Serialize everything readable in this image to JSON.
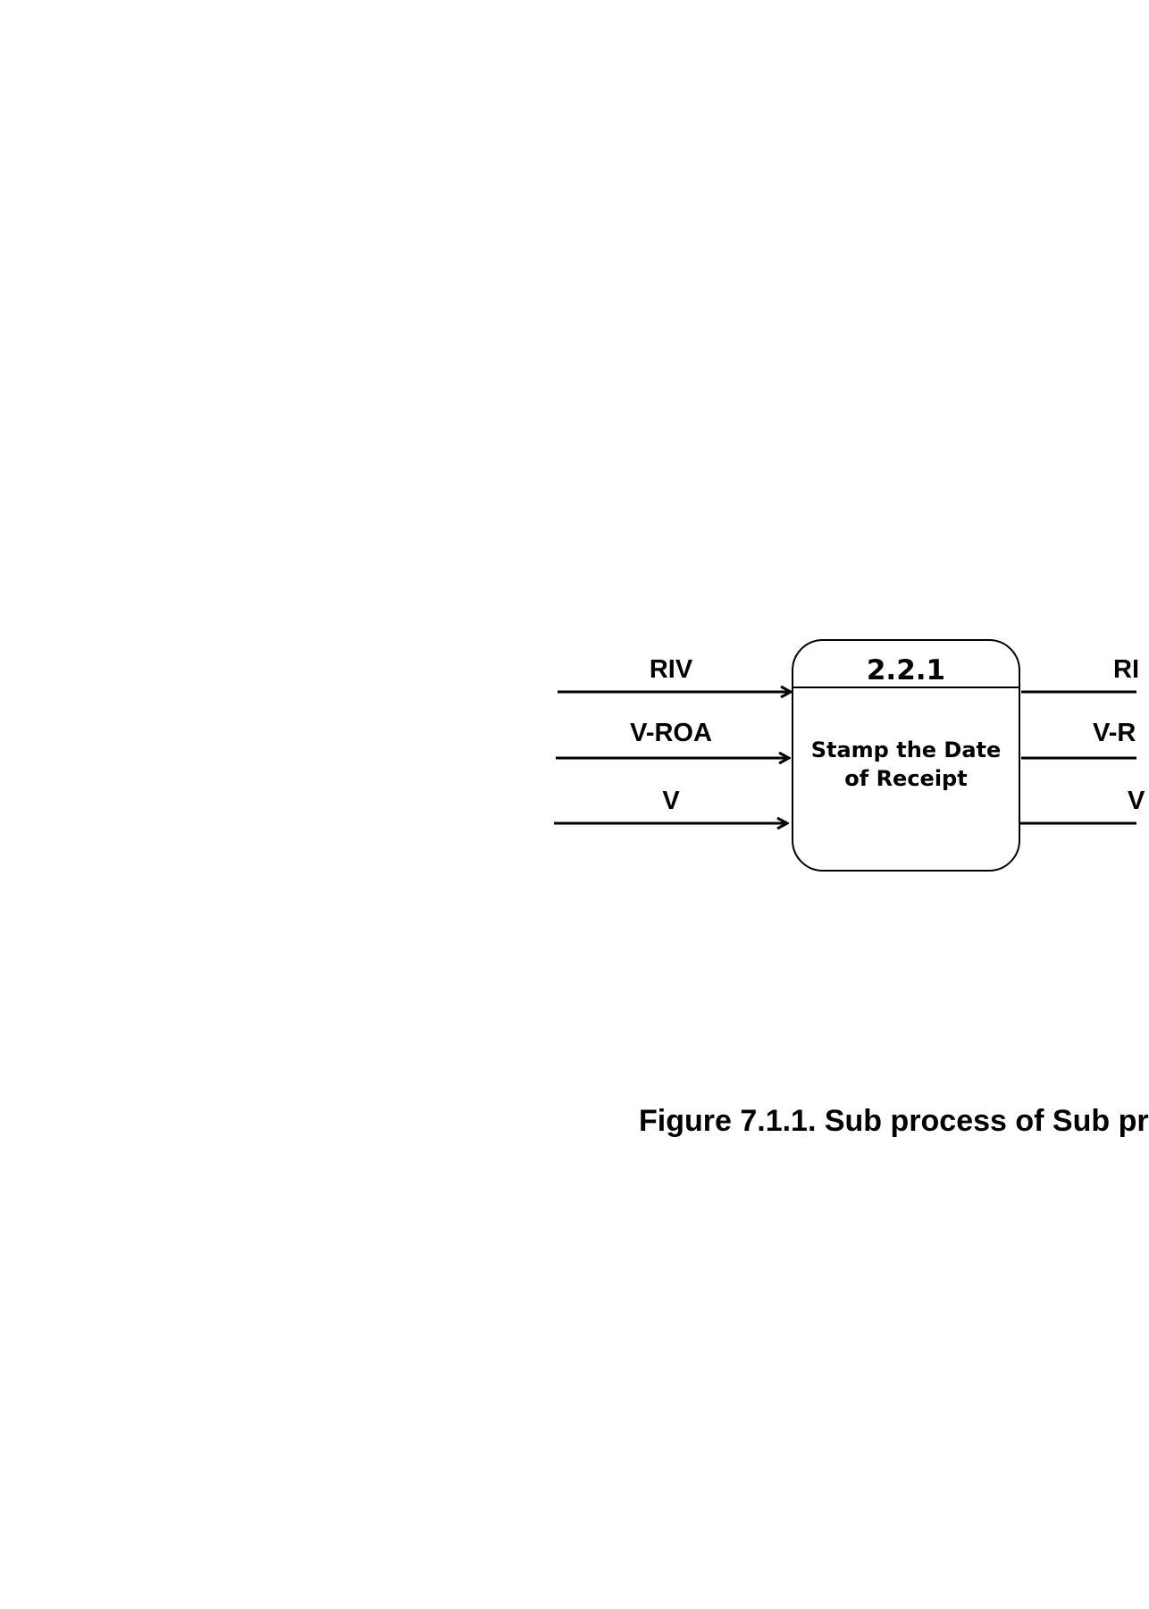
{
  "process": {
    "id": "2.2.1",
    "name_lines": [
      "Stamp the Date",
      "of Receipt"
    ]
  },
  "inputs": [
    {
      "label": "RIV"
    },
    {
      "label": "V-ROA"
    },
    {
      "label": "V"
    }
  ],
  "outputs": [
    {
      "label": "RI"
    },
    {
      "label": "V-R"
    },
    {
      "label": "V"
    }
  ],
  "caption": "Figure 7.1.1. Sub process of Sub pr",
  "colors": {
    "stroke": "#000000",
    "background": "#ffffff"
  }
}
